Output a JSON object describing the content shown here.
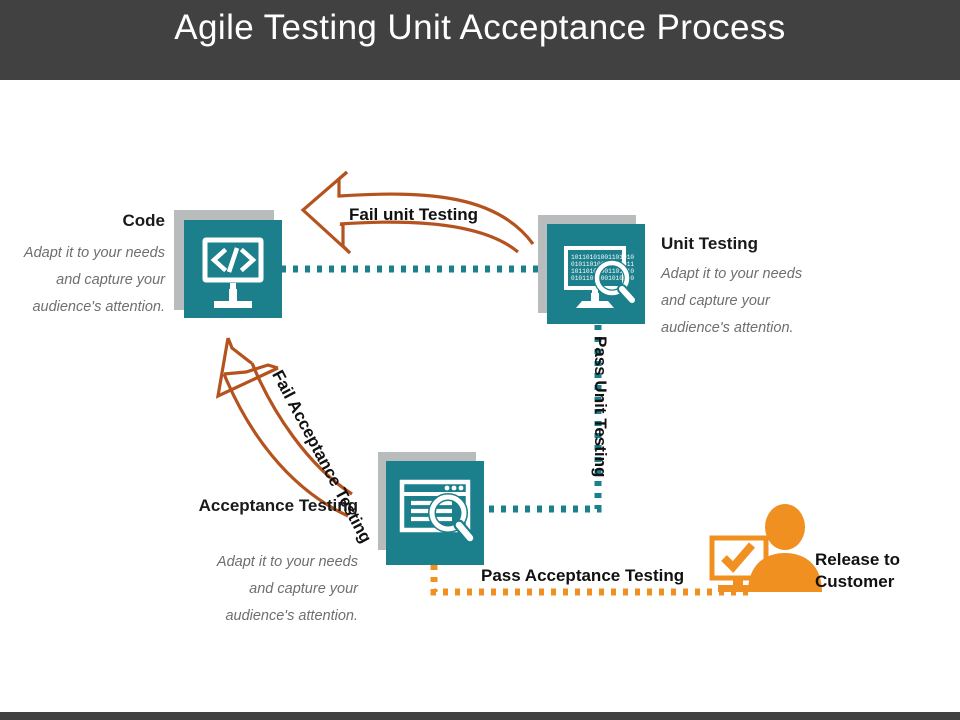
{
  "header": {
    "title": "Agile Testing Unit Acceptance Process",
    "bar_color": "#414141",
    "title_color": "#ffffff"
  },
  "footer": {
    "bar_color": "#414141"
  },
  "theme": {
    "teal": "#1b7f8c",
    "teal_dark": "#17707c",
    "shadow_gray": "#b8bcbd",
    "orange": "#ef9021",
    "rust": "#b5531f",
    "text_dark": "#1a1a1a",
    "text_muted": "#6f6f6f",
    "icon_white": "#ffffff"
  },
  "nodes": [
    {
      "id": "code",
      "title": "Code",
      "description": "Adapt it to your needs and capture your audience's attention.",
      "icon": "code-monitor-icon",
      "box_color": "#1b7f8c"
    },
    {
      "id": "unit-testing",
      "title": "Unit Testing",
      "description": "Adapt it to your needs and capture your audience's attention.",
      "icon": "binary-monitor-search-icon",
      "box_color": "#1b7f8c"
    },
    {
      "id": "acceptance-testing",
      "title": "Acceptance Testing",
      "description": "Adapt it to your needs and capture your audience's attention.",
      "icon": "document-search-icon",
      "box_color": "#1b7f8c"
    },
    {
      "id": "release-to-customer",
      "title": "Release to Customer",
      "icon": "customer-monitor-check-icon",
      "box_color": "#ef9021"
    }
  ],
  "edges": [
    {
      "id": "fail-unit-testing",
      "label": "Fail unit Testing",
      "style": "curved-outline-arrow",
      "color": "#b5531f",
      "from": "unit-testing",
      "to": "code"
    },
    {
      "id": "code-to-unit",
      "label": "",
      "style": "dotted",
      "color": "#1b7f8c",
      "from": "code",
      "to": "unit-testing"
    },
    {
      "id": "pass-unit-testing",
      "label": "Pass Unit Testing",
      "style": "dotted",
      "color": "#1b7f8c",
      "from": "unit-testing",
      "to": "acceptance-testing"
    },
    {
      "id": "fail-acceptance-testing",
      "label": "Fail Acceptance Testing",
      "style": "curved-outline-arrow",
      "color": "#b5531f",
      "from": "acceptance-testing",
      "to": "code"
    },
    {
      "id": "pass-acceptance-testing",
      "label": "Pass Acceptance Testing",
      "style": "dotted",
      "color": "#ef9021",
      "from": "acceptance-testing",
      "to": "release-to-customer"
    }
  ]
}
